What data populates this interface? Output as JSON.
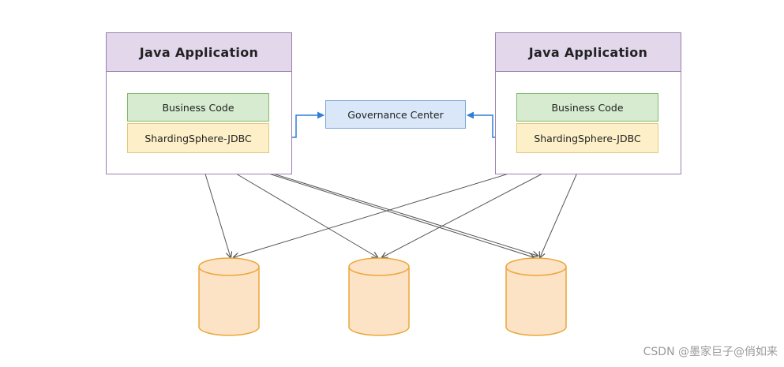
{
  "apps": [
    {
      "title": "Java Application",
      "business_code": "Business Code",
      "jdbc": "ShardingSphere-JDBC"
    },
    {
      "title": "Java Application",
      "business_code": "Business Code",
      "jdbc": "ShardingSphere-JDBC"
    }
  ],
  "governance_center": "Governance Center",
  "databases": [
    "",
    "",
    ""
  ],
  "colors": {
    "app_header": "#e3d7ec",
    "app_border": "#9a7fb0",
    "business_code": "#d6ebd0",
    "jdbc": "#fdf0c8",
    "governance": "#d9e7f8",
    "governance_arrow": "#2f7ed8",
    "database_fill": "#fde3c6",
    "database_stroke": "#eba63a",
    "connector": "#555555"
  },
  "watermark": "CSDN @墨家巨子@俏如来"
}
